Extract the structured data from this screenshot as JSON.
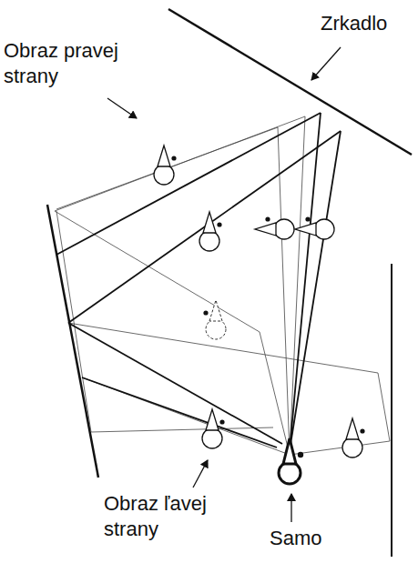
{
  "diagram": {
    "labels": [
      "Zrkadlo",
      "Obraz pravej strany",
      "Obraz ľavej strany",
      "Samo"
    ]
  }
}
